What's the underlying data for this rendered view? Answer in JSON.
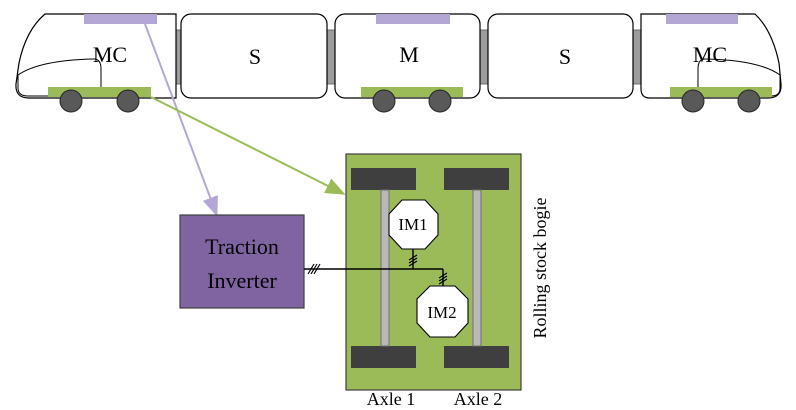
{
  "train": {
    "cars": [
      {
        "label": "MC"
      },
      {
        "label": "S"
      },
      {
        "label": "M"
      },
      {
        "label": "S"
      },
      {
        "label": "MC"
      }
    ]
  },
  "inverter": {
    "line1": "Traction",
    "line2": "Inverter"
  },
  "bogie": {
    "caption": "Rolling stock bogie",
    "motor1": "IM1",
    "motor2": "IM2",
    "axle1": "Axle 1",
    "axle2": "Axle 2"
  },
  "colors": {
    "green": "#9bbb59",
    "purple": "#8064a2",
    "purple_light": "#b4a7d6",
    "dark_gray": "#3f3f3f",
    "wheel_gray": "#595959"
  }
}
